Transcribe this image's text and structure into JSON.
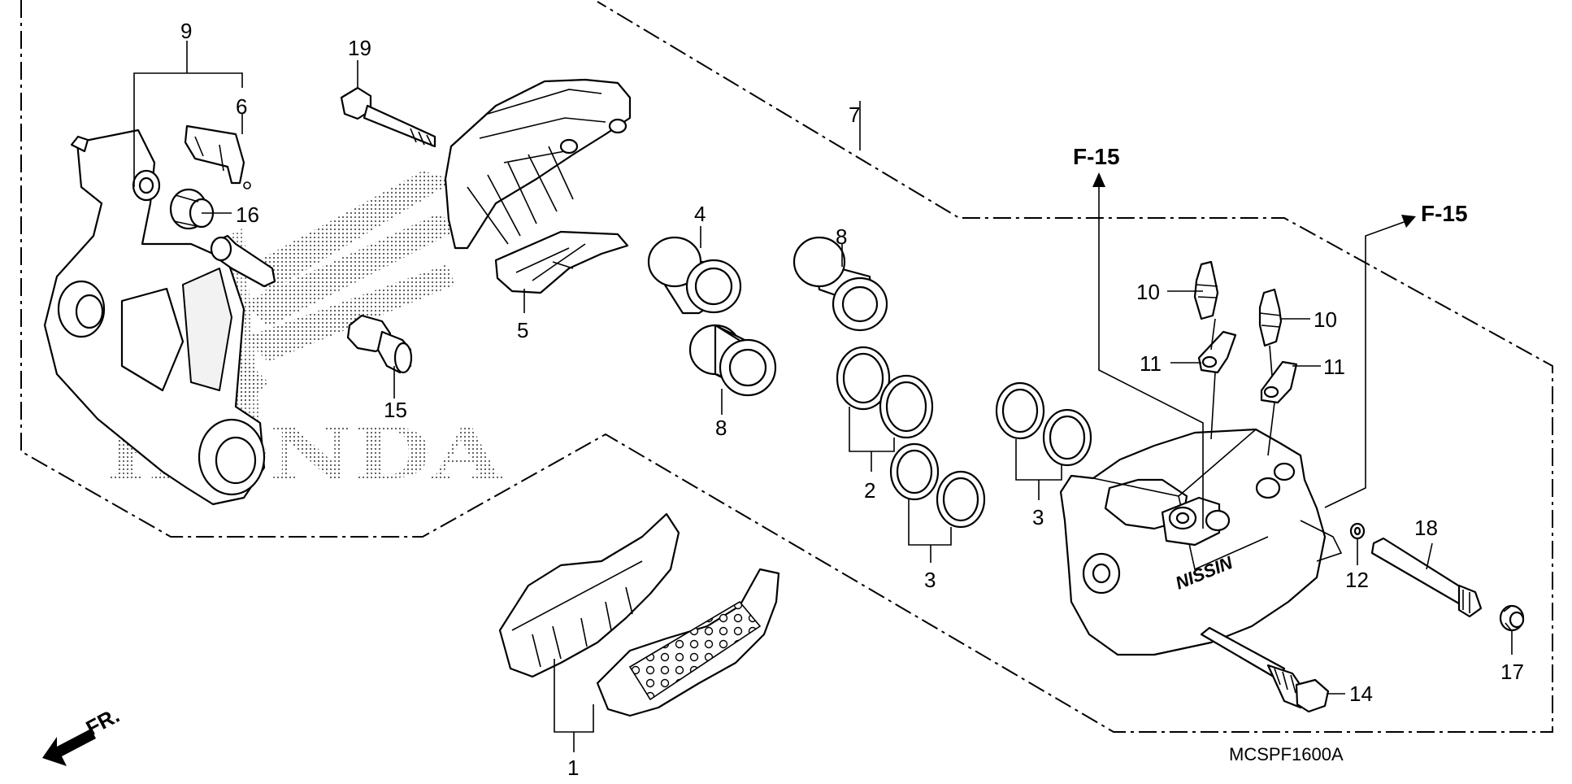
{
  "diagram": {
    "callouts": {
      "c1": "1",
      "c2": "2",
      "c3a": "3",
      "c3b": "3",
      "c4": "4",
      "c5": "5",
      "c6": "6",
      "c7": "7",
      "c8a": "8",
      "c8b": "8",
      "c9": "9",
      "c10a": "10",
      "c10b": "10",
      "c11a": "11",
      "c11b": "11",
      "c12": "12",
      "c14": "14",
      "c15": "15",
      "c16": "16",
      "c17": "17",
      "c18": "18",
      "c19": "19"
    },
    "refs": {
      "f15_top": "F-15",
      "f15_right": "F-15"
    },
    "watermark_text": "HONDA",
    "caliper_brand_text": "NISSIN",
    "front_marker": "FR.",
    "diagram_code": "MCSPF1600A"
  },
  "colors": {
    "line": "#000000",
    "background": "#ffffff",
    "watermark_dots": "#555555"
  },
  "icons": [
    "front-arrow-icon",
    "reference-arrow-icon"
  ]
}
